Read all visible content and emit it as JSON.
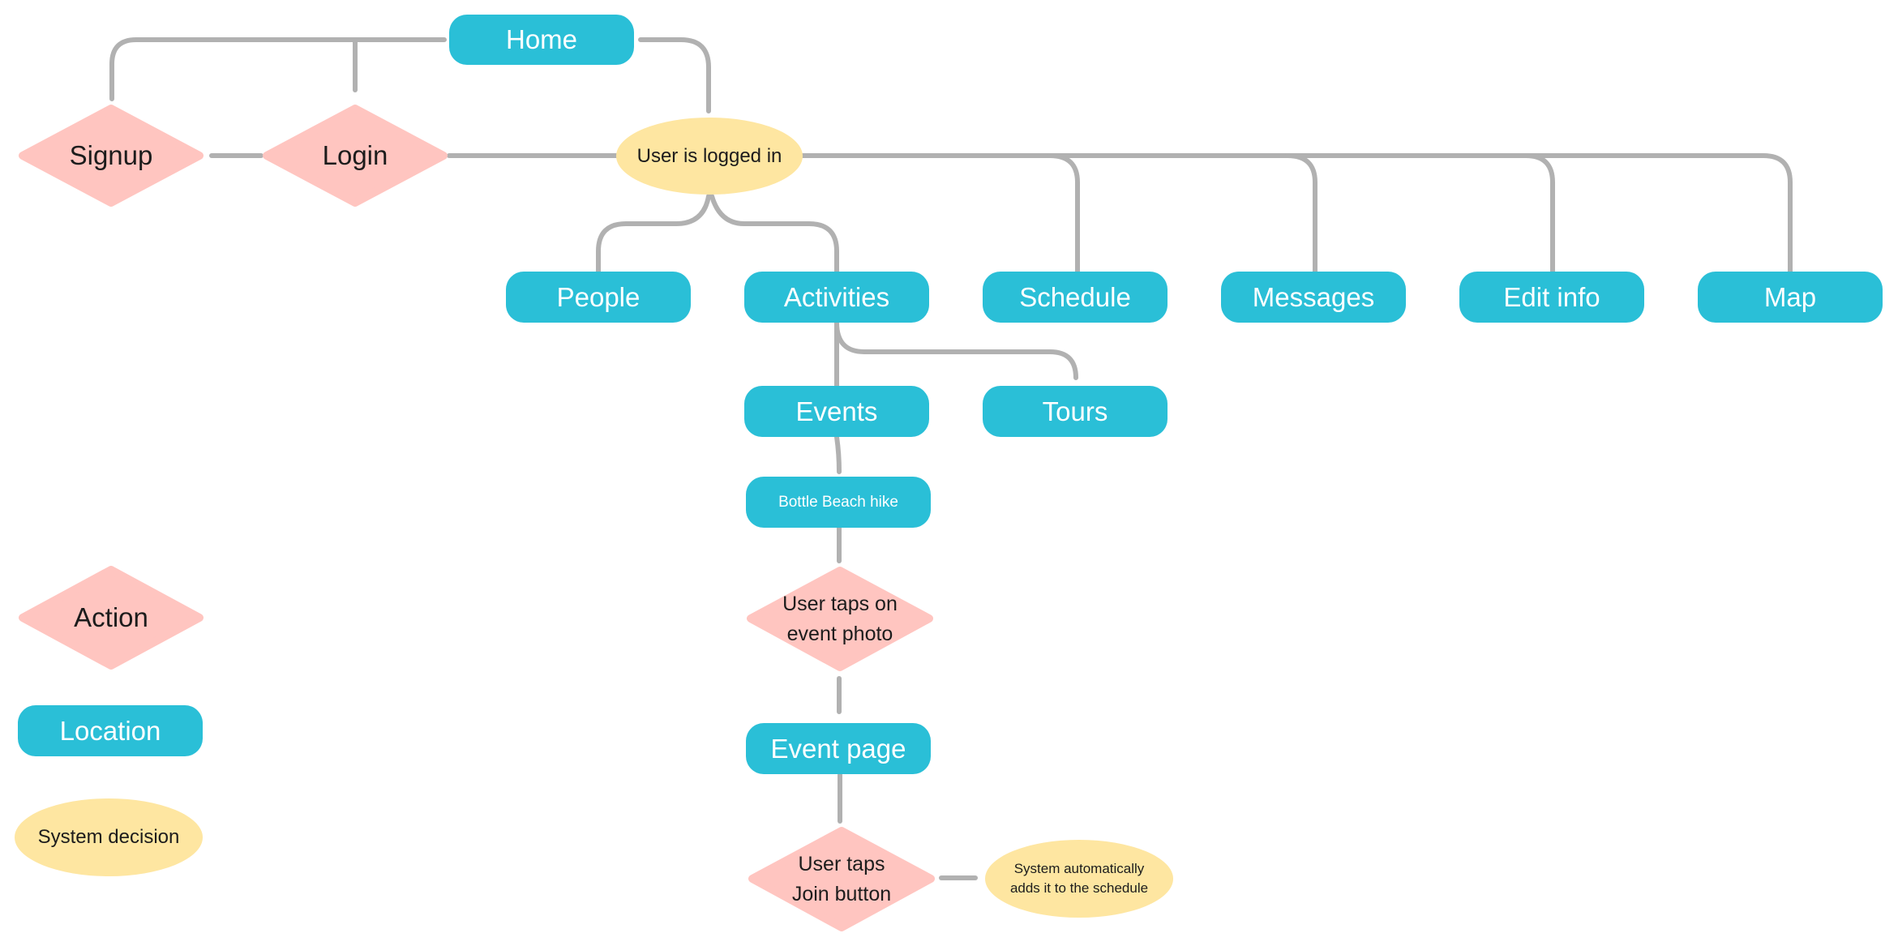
{
  "colors": {
    "location": "#2abfd7",
    "action": "#ffc5c0",
    "system_decision": "#fee6a1",
    "connector": "#b1b1b1"
  },
  "nodes": {
    "home": "Home",
    "signup": "Signup",
    "login": "Login",
    "logged_in": "User is logged in",
    "people": "People",
    "activities": "Activities",
    "schedule": "Schedule",
    "messages": "Messages",
    "edit_info": "Edit info",
    "map": "Map",
    "events": "Events",
    "tours": "Tours",
    "bottle_beach": "Bottle Beach hike",
    "taps_photo": "User taps on\nevent photo",
    "event_page": "Event page",
    "taps_join": "User taps\nJoin button",
    "auto_add": "System automatically\nadds it to the schedule"
  },
  "legend": {
    "action": "Action",
    "location": "Location",
    "system_decision": "System decision"
  }
}
